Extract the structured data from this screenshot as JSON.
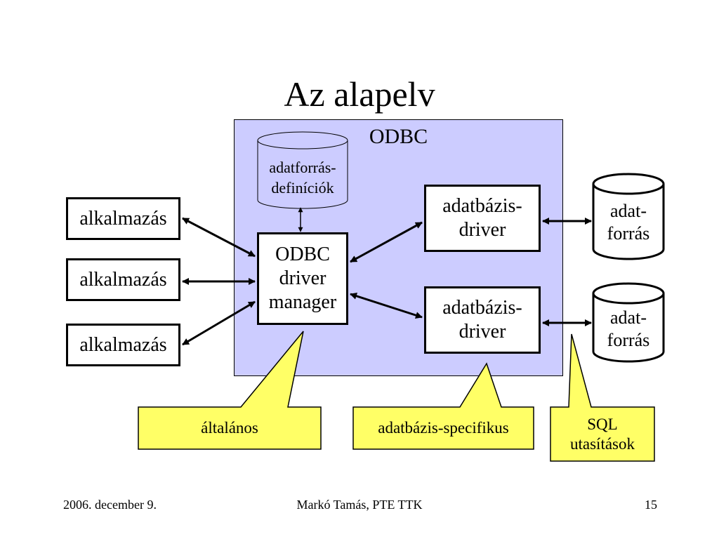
{
  "slide": {
    "title": "Az alapelv",
    "region_label": "ODBC"
  },
  "diagram": {
    "applications": [
      "alkalmazás",
      "alkalmazás",
      "alkalmazás"
    ],
    "driver_manager": "ODBC\ndriver\nmanager",
    "definitions_store": "adatforrás-\ndefiníciók",
    "drivers": [
      "adatbázis-\ndriver",
      "adatbázis-\ndriver"
    ],
    "data_sources": [
      "adat-\nforrás",
      "adat-\nforrás"
    ]
  },
  "callouts": {
    "general": "általános",
    "db_specific": "adatbázis-specifikus",
    "sql": "SQL\nutasítások",
    "fill_color": "#ffff66"
  },
  "colors": {
    "odbc_region": "#ccccff"
  },
  "footer": {
    "date": "2006. december 9.",
    "author": "Markó Tamás, PTE TTK",
    "page": "15"
  }
}
